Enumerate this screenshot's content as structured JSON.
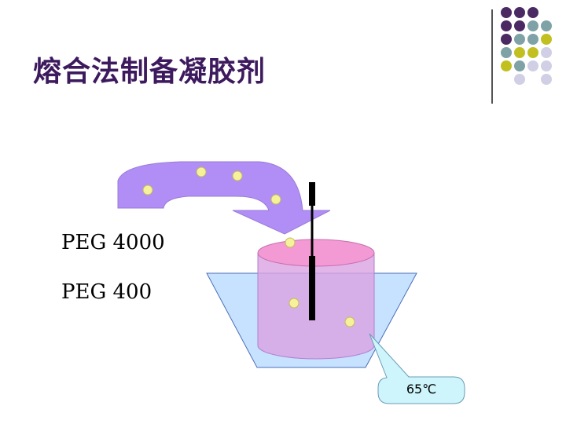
{
  "slide": {
    "title": "熔合法制备凝胶剂"
  },
  "labels": {
    "peg_high": "PEG 4000",
    "peg_low": "PEG 400",
    "temperature": "65℃"
  },
  "colors": {
    "title": "#3d1a5e",
    "dot_purple": "#4b2a63",
    "dot_teal": "#7fa2a6",
    "dot_olive": "#c2c020",
    "dot_lavender": "#d0cfe5",
    "arrow_fill": "#b08ef5",
    "beaker_fill": "#c7e2ff",
    "beaker_stroke": "#4b6fb8",
    "cylinder_top": "#f39ad5",
    "cylinder_body": "#d9a2e2",
    "pellet": "#f5f29a",
    "rod": "#000000",
    "callout_fill": "#cdf5fb"
  },
  "decor": {
    "dot_grid": [
      [
        "purple",
        "purple",
        "purple"
      ],
      [
        "purple",
        "purple",
        "teal",
        "teal"
      ],
      [
        "purple",
        "teal",
        "teal",
        "olive"
      ],
      [
        "teal",
        "olive",
        "olive",
        "lavender"
      ],
      [
        "olive",
        "teal",
        "lavender",
        "lavender"
      ],
      [
        "",
        "lavender",
        "",
        "lavender"
      ]
    ]
  }
}
